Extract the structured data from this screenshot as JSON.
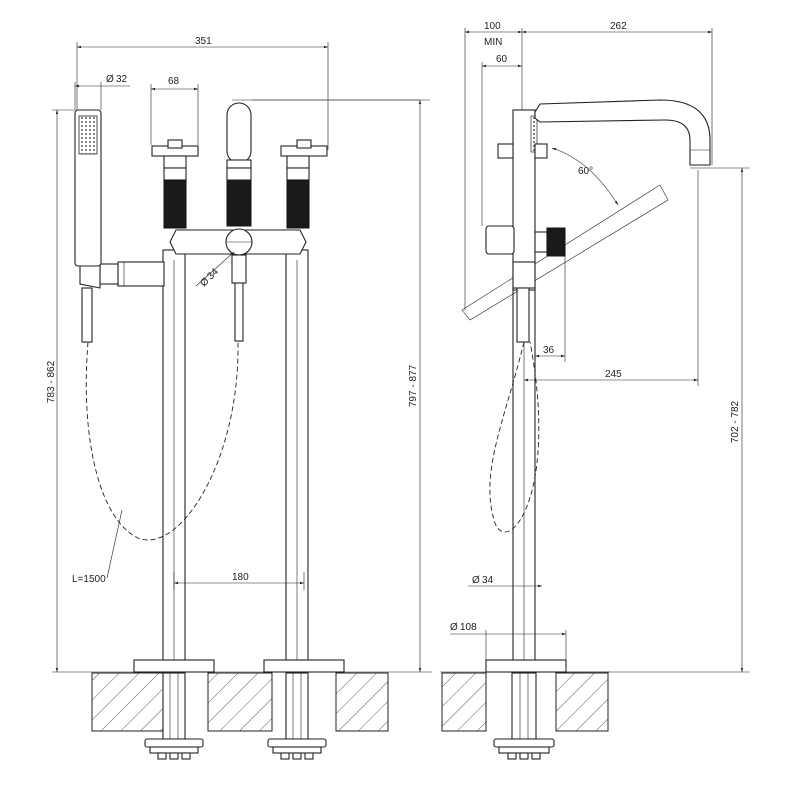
{
  "front_view": {
    "dim_total_width": "351",
    "dim_handle_width": "68",
    "dim_hand_shower_diameter": "32",
    "dim_body_diameter": "34",
    "dim_column_spacing": "180",
    "dim_hand_shower_height": "783 - 862",
    "dim_overall_height": "797 - 877",
    "hose_length": "L=1500",
    "diameter_symbol": "Ø"
  },
  "side_view": {
    "dim_min_clearance": "100",
    "dim_min_label": "MIN",
    "dim_offset": "60",
    "dim_spout_projection": "262",
    "dim_swivel_angle": "60°",
    "dim_handle_depth": "36",
    "dim_spout_reach": "245",
    "dim_spout_height": "702 - 782",
    "dim_column_diameter": "34",
    "dim_base_diameter": "108",
    "diameter_symbol": "Ø"
  }
}
